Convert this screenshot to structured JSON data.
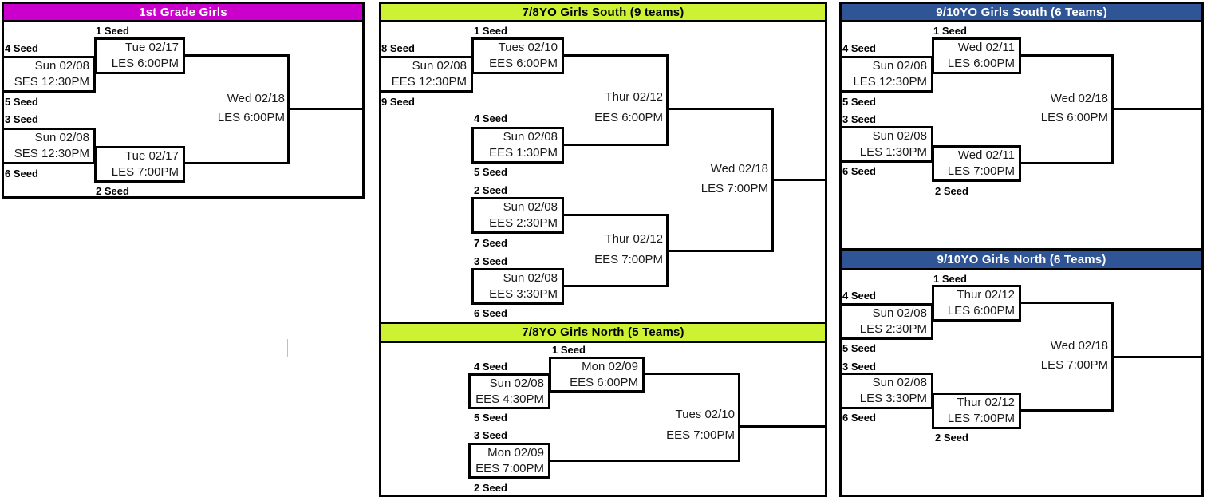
{
  "colors": {
    "magenta": "#CC00CC",
    "chartreuse": "#CCF233",
    "blue": "#2F5597",
    "line": "#000000"
  },
  "brackets": {
    "first_grade": {
      "title": "1st Grade Girls",
      "seeds": {
        "s1": "1 Seed",
        "s2": "2 Seed",
        "s3": "3 Seed",
        "s4": "4 Seed",
        "s5": "5 Seed",
        "s6": "6 Seed"
      },
      "games": {
        "g45": {
          "date": "Sun 02/08",
          "time": "SES 12:30PM"
        },
        "g36": {
          "date": "Sun 02/08",
          "time": "SES 12:30PM"
        },
        "sf_top": {
          "date": "Tue 02/17",
          "time": "LES 6:00PM"
        },
        "sf_bottom": {
          "date": "Tue 02/17",
          "time": "LES 7:00PM"
        },
        "final": {
          "date": "Wed 02/18",
          "time": "LES 6:00PM"
        }
      }
    },
    "girls78_south": {
      "title": "7/8YO Girls South (9 teams)",
      "seeds": {
        "s1": "1 Seed",
        "s2": "2 Seed",
        "s3": "3 Seed",
        "s4": "4 Seed",
        "s5": "5 Seed",
        "s6": "6 Seed",
        "s7": "7 Seed",
        "s8": "8 Seed",
        "s9": "9 Seed"
      },
      "games": {
        "g89": {
          "date": "Sun 02/08",
          "time": "EES 12:30PM"
        },
        "qf1": {
          "date": "Tues 02/10",
          "time": "EES 6:00PM"
        },
        "g45": {
          "date": "Sun 02/08",
          "time": "EES 1:30PM"
        },
        "g27": {
          "date": "Sun 02/08",
          "time": "EES 2:30PM"
        },
        "g36": {
          "date": "Sun 02/08",
          "time": "EES 3:30PM"
        },
        "sf_top": {
          "date": "Thur 02/12",
          "time": "EES 6:00PM"
        },
        "sf_bottom": {
          "date": "Thur 02/12",
          "time": "EES 7:00PM"
        },
        "final": {
          "date": "Wed 02/18",
          "time": "LES 7:00PM"
        }
      }
    },
    "girls78_north": {
      "title": "7/8YO Girls North (5 Teams)",
      "seeds": {
        "s1": "1 Seed",
        "s2": "2 Seed",
        "s3": "3 Seed",
        "s4": "4 Seed",
        "s5": "5 Seed"
      },
      "games": {
        "qf1": {
          "date": "Mon 02/09",
          "time": "EES 6:00PM"
        },
        "g45": {
          "date": "Sun 02/08",
          "time": "EES 4:30PM"
        },
        "g32": {
          "date": "Mon 02/09",
          "time": "EES 7:00PM"
        },
        "final": {
          "date": "Tues 02/10",
          "time": "EES 7:00PM"
        }
      }
    },
    "girls910_south": {
      "title": "9/10YO Girls South (6 Teams)",
      "seeds": {
        "s1": "1 Seed",
        "s2": "2 Seed",
        "s3": "3 Seed",
        "s4": "4 Seed",
        "s5": "5 Seed",
        "s6": "6 Seed"
      },
      "games": {
        "g45": {
          "date": "Sun 02/08",
          "time": "LES 12:30PM"
        },
        "g36": {
          "date": "Sun 02/08",
          "time": "LES 1:30PM"
        },
        "sf_top": {
          "date": "Wed 02/11",
          "time": "LES 6:00PM"
        },
        "sf_bottom": {
          "date": "Wed 02/11",
          "time": "LES 7:00PM"
        },
        "final": {
          "date": "Wed 02/18",
          "time": "LES 6:00PM"
        }
      }
    },
    "girls910_north": {
      "title": "9/10YO Girls North (6 Teams)",
      "seeds": {
        "s1": "1 Seed",
        "s2": "2 Seed",
        "s3": "3 Seed",
        "s4": "4 Seed",
        "s5": "5 Seed",
        "s6": "6 Seed"
      },
      "games": {
        "g45": {
          "date": "Sun 02/08",
          "time": "LES 2:30PM"
        },
        "g36": {
          "date": "Sun 02/08",
          "time": "LES 3:30PM"
        },
        "sf_top": {
          "date": "Thur 02/12",
          "time": "LES 6:00PM"
        },
        "sf_bottom": {
          "date": "Thur 02/12",
          "time": "LES 7:00PM"
        },
        "final": {
          "date": "Wed 02/18",
          "time": "LES 7:00PM"
        }
      }
    }
  }
}
